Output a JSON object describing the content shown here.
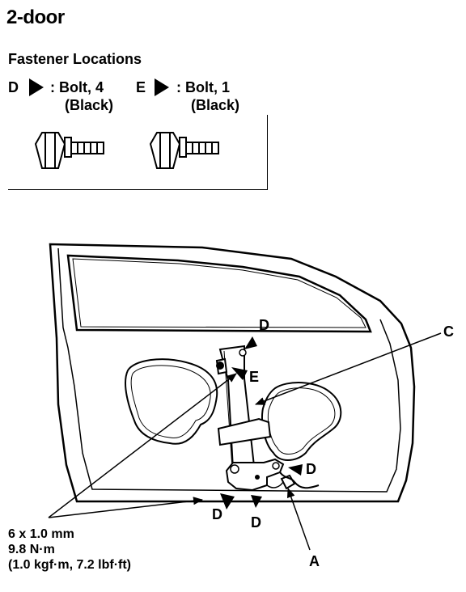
{
  "title": "2-door",
  "legend": {
    "heading": "Fastener Locations",
    "items": [
      {
        "letter": "D",
        "desc": ": Bolt, 4",
        "color": "(Black)"
      },
      {
        "letter": "E",
        "desc": ": Bolt, 1",
        "color": "(Black)"
      }
    ]
  },
  "callouts": {
    "A": "A",
    "C": "C",
    "D": "D",
    "E": "E"
  },
  "spec": {
    "size": "6 x 1.0 mm",
    "torque_nm": "9.8 N·m",
    "torque_alt": "(1.0 kgf·m, 7.2 lbf·ft)"
  },
  "colors": {
    "ink": "#000000",
    "paper": "#ffffff"
  }
}
